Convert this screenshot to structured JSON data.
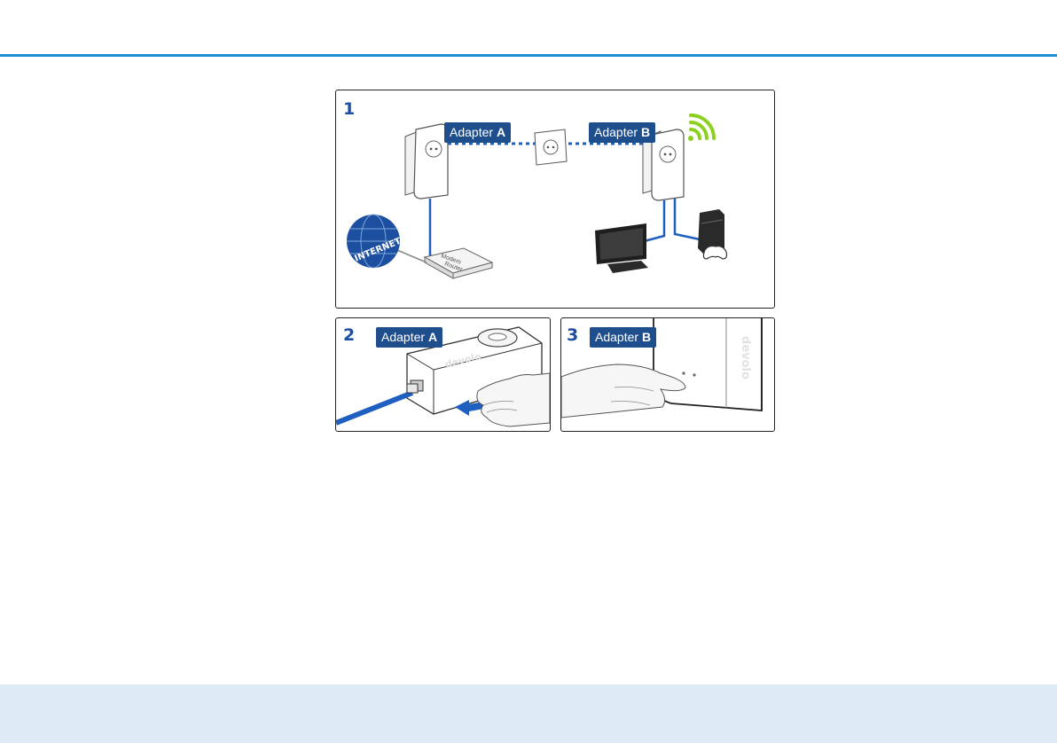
{
  "figure": {
    "panel1": {
      "step": "1",
      "adapter_a": {
        "word": "Adapter",
        "letter": "A"
      },
      "adapter_b": {
        "word": "Adapter",
        "letter": "B"
      },
      "globe_label": "INTERNET",
      "router_label_1": "Modem",
      "router_label_2": "Router"
    },
    "panel2": {
      "step": "2",
      "adapter": {
        "word": "Adapter",
        "letter": "A"
      },
      "brand": "devolo"
    },
    "panel3": {
      "step": "3",
      "adapter": {
        "word": "Adapter",
        "letter": "B"
      },
      "brand": "devolo"
    }
  },
  "colors": {
    "accent": "#1a8fd2",
    "tag_bg": "#1f4e8c",
    "cable_blue": "#1f5fc0",
    "wifi_green": "#8cd11e",
    "footer_bg": "#dcebf5"
  }
}
